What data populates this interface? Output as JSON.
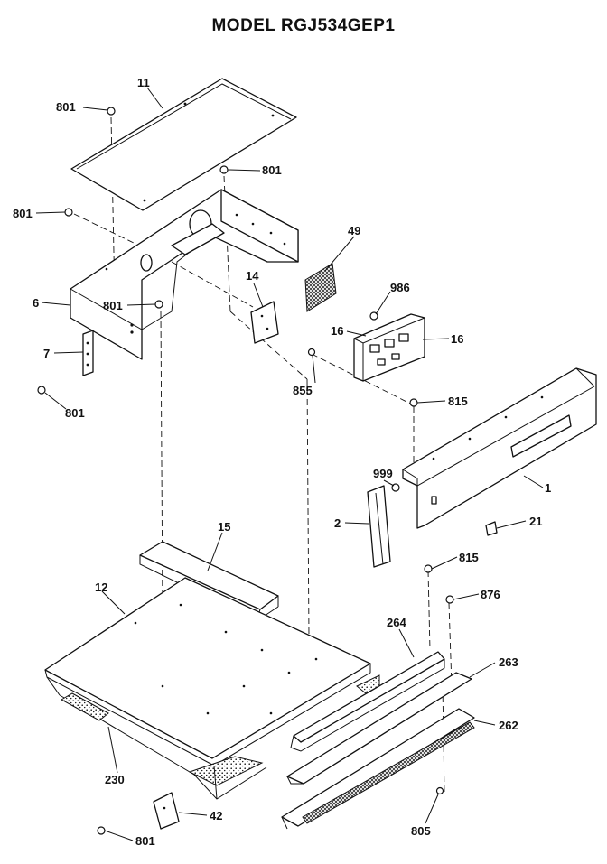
{
  "title": "MODEL RGJ534GEP1",
  "labels": {
    "p11": "11",
    "p801_a": "801",
    "p801_b": "801",
    "p801_c": "801",
    "p801_d": "801",
    "p801_e": "801",
    "p801_f": "801",
    "p6": "6",
    "p7": "7",
    "p14": "14",
    "p49": "49",
    "p986": "986",
    "p16_a": "16",
    "p16_b": "16",
    "p855": "855",
    "p815_a": "815",
    "p815_b": "815",
    "p999": "999",
    "p1": "1",
    "p2": "2",
    "p21": "21",
    "p15": "15",
    "p12": "12",
    "p264": "264",
    "p876": "876",
    "p263": "263",
    "p262": "262",
    "p230": "230",
    "p42": "42",
    "p805": "805"
  }
}
